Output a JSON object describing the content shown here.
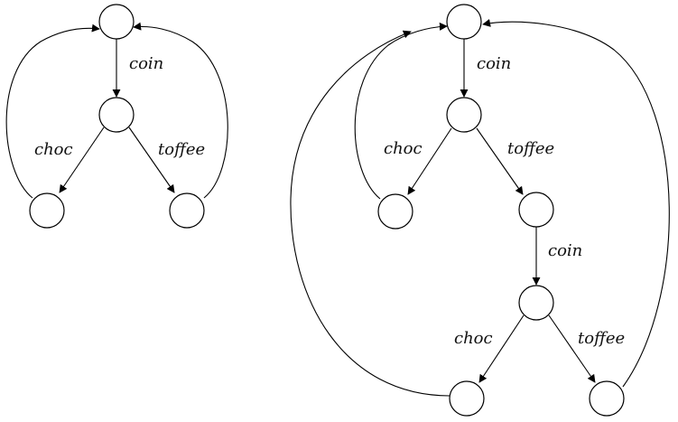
{
  "diagrams": [
    {
      "name": "left-machine",
      "nodes": [
        "s0",
        "s1",
        "s2",
        "s3"
      ],
      "edges": [
        {
          "from": "s0",
          "to": "s1",
          "label": "coin"
        },
        {
          "from": "s1",
          "to": "s2",
          "label": "choc"
        },
        {
          "from": "s1",
          "to": "s3",
          "label": "toffee"
        },
        {
          "from": "s2",
          "to": "s0",
          "label": ""
        },
        {
          "from": "s3",
          "to": "s0",
          "label": ""
        }
      ]
    },
    {
      "name": "right-machine",
      "nodes": [
        "t0",
        "t1",
        "t2",
        "t3",
        "t4",
        "t5",
        "t6"
      ],
      "edges": [
        {
          "from": "t0",
          "to": "t1",
          "label": "coin"
        },
        {
          "from": "t1",
          "to": "t2",
          "label": "choc"
        },
        {
          "from": "t1",
          "to": "t3",
          "label": "toffee"
        },
        {
          "from": "t2",
          "to": "t0",
          "label": ""
        },
        {
          "from": "t3",
          "to": "t4",
          "label": "coin"
        },
        {
          "from": "t4",
          "to": "t5",
          "label": "choc"
        },
        {
          "from": "t4",
          "to": "t6",
          "label": "toffee"
        },
        {
          "from": "t5",
          "to": "t0",
          "label": ""
        },
        {
          "from": "t6",
          "to": "t0",
          "label": ""
        }
      ]
    }
  ],
  "colors": {
    "stroke": "#000000",
    "fill": "#ffffff",
    "text": "#111111"
  }
}
